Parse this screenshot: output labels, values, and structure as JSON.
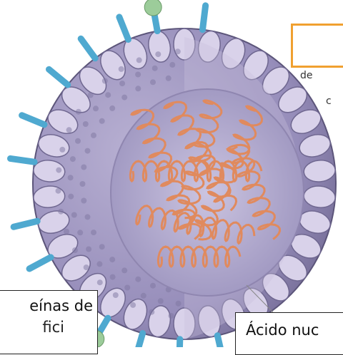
{
  "labels": {
    "proteinas_line1": "eínas de",
    "proteinas_line2": "fici",
    "acido": "Ácido nuc",
    "partial_1": "de",
    "partial_2": "c"
  },
  "colors": {
    "envelope": "#9c93bb",
    "envelope_dark": "#6f6790",
    "capsomer": "#d9d2ea",
    "core": "#b6aed0",
    "core_edge": "#8f86b0",
    "nucleic_acid": "#e08a5e",
    "nucleic_acid_dark": "#b85a34",
    "spike": "#4fa9d0",
    "spike_head": "#9ccc9a",
    "accent_box": "#f0a030"
  },
  "icons": [
    "virus-particle-illustration"
  ]
}
